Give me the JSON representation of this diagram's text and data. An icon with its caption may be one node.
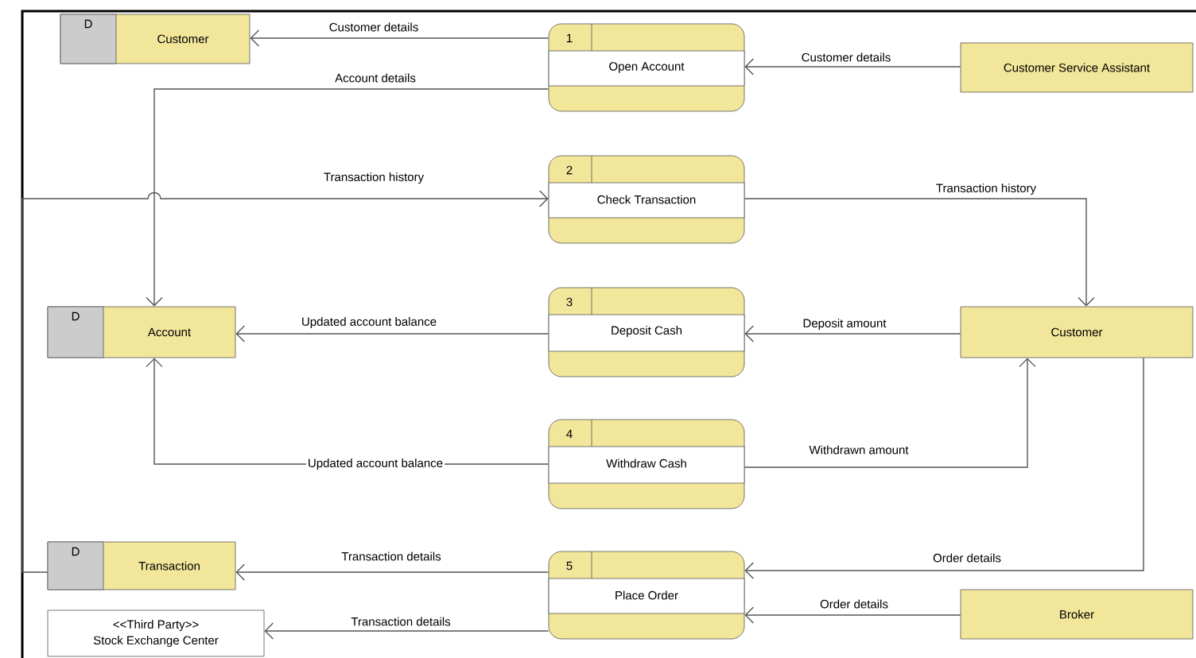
{
  "diagram": {
    "nodes": [
      {
        "text": [
          "D",
          "Customer"
        ]
      },
      {
        "text": [
          "1",
          "Open Account"
        ]
      },
      {
        "text": [
          "Customer Service Assistant"
        ]
      },
      {
        "text": [
          "2",
          "Check Transaction"
        ]
      },
      {
        "text": [
          "D",
          "Account"
        ]
      },
      {
        "text": [
          "3",
          "Deposit Cash"
        ]
      },
      {
        "text": [
          "Customer"
        ]
      },
      {
        "text": [
          "4",
          "Withdraw Cash"
        ]
      },
      {
        "text": [
          "D",
          "Transaction"
        ]
      },
      {
        "text": [
          "5",
          "Place Order"
        ]
      },
      {
        "text": [
          "<<Third Party>>",
          "Stock Exchange Center"
        ]
      },
      {
        "text": [
          "Broker"
        ]
      }
    ],
    "edges": [
      {
        "from": 1,
        "to": 0,
        "arrow": "to",
        "label": "Customer details"
      },
      {
        "from": 2,
        "to": 1,
        "arrow": "to",
        "label": "Customer details"
      },
      {
        "from": 1,
        "to": 4,
        "arrow": "to",
        "label": "Account details"
      },
      {
        "from": 8,
        "to": 3,
        "arrow": "to",
        "label": "Transaction history"
      },
      {
        "from": 3,
        "to": 6,
        "arrow": "to",
        "label": "Transaction history"
      },
      {
        "from": 5,
        "to": 4,
        "arrow": "to",
        "label": "Updated account balance"
      },
      {
        "from": 6,
        "to": 5,
        "arrow": "to",
        "label": "Deposit amount"
      },
      {
        "from": 7,
        "to": 4,
        "arrow": "to",
        "label": "Updated account balance"
      },
      {
        "from": 7,
        "to": 6,
        "arrow": "to",
        "label": "Withdrawn amount"
      },
      {
        "from": 6,
        "to": 9,
        "arrow": "to",
        "label": "Order details"
      },
      {
        "from": 11,
        "to": 9,
        "arrow": "to",
        "label": "Order details"
      },
      {
        "from": 9,
        "to": 8,
        "arrow": "to",
        "label": "Transaction details"
      },
      {
        "from": 9,
        "to": 10,
        "arrow": "to",
        "label": "Transaction details"
      }
    ]
  }
}
